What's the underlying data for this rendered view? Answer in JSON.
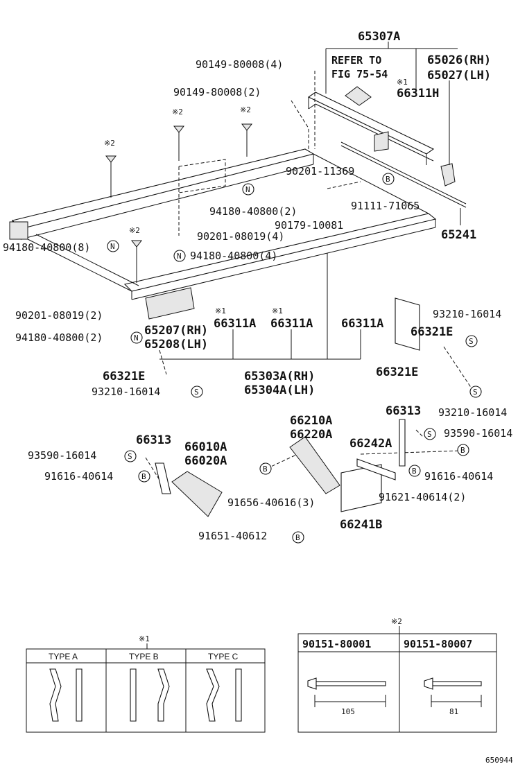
{
  "title_group": "65307A",
  "callouts": {
    "refer1": "REFER TO",
    "refer2": "FIG 75-54",
    "p65026": "65026(RH)",
    "p65027": "65027(LH)",
    "p66311H": "66311H",
    "p90149_4": "90149-80008(4)",
    "p90149_2": "90149-80008(2)",
    "p90201_11369": "90201-11369",
    "p94180_2": "94180-40800(2)",
    "p91111": "91111-71065",
    "p90179": "90179-10081",
    "p65241": "65241",
    "p94180_8": "94180-40800(8)",
    "p90201_08019_4": "90201-08019(4)",
    "p94180_4": "94180-40800(4)",
    "p90201_08019_2": "90201-08019(2)",
    "p65207": "65207(RH)",
    "p65208": "65208(LH)",
    "p94180_2b": "94180-40800(2)",
    "p66311A_1": "66311A",
    "p66311A_2": "66311A",
    "p66311A_3": "66311A",
    "p93210_a": "93210-16014",
    "p66321E_a": "66321E",
    "p66321E_b": "66321E",
    "p66321E_c": "66321E",
    "p93210_b": "93210-16014",
    "p93210_c": "93210-16014",
    "p65303A": "65303A(RH)",
    "p65304A": "65304A(LH)",
    "p66313_a": "66313",
    "p66313_b": "66313",
    "p93590_a": "93590-16014",
    "p93590_b": "93590-16014",
    "p66010A": "66010A",
    "p66020A": "66020A",
    "p66210A": "66210A",
    "p66220A": "66220A",
    "p66242A": "66242A",
    "p91616_a": "91616-40614",
    "p91616_b": "91616-40614",
    "p91656": "91656-40616(3)",
    "p91621": "91621-40614(2)",
    "p66241B": "66241B",
    "p91651": "91651-40612"
  },
  "symbols": {
    "note1": "※1",
    "note2": "※2",
    "b": "B",
    "n": "N",
    "s": "S"
  },
  "type_table": {
    "note": "※1",
    "headers": [
      "TYPE A",
      "TYPE B",
      "TYPE C"
    ]
  },
  "bolt_table": {
    "note": "※2",
    "headers": [
      "90151-80001",
      "90151-80007"
    ],
    "lengths": [
      "105",
      "81"
    ]
  },
  "figure_id": "650944"
}
